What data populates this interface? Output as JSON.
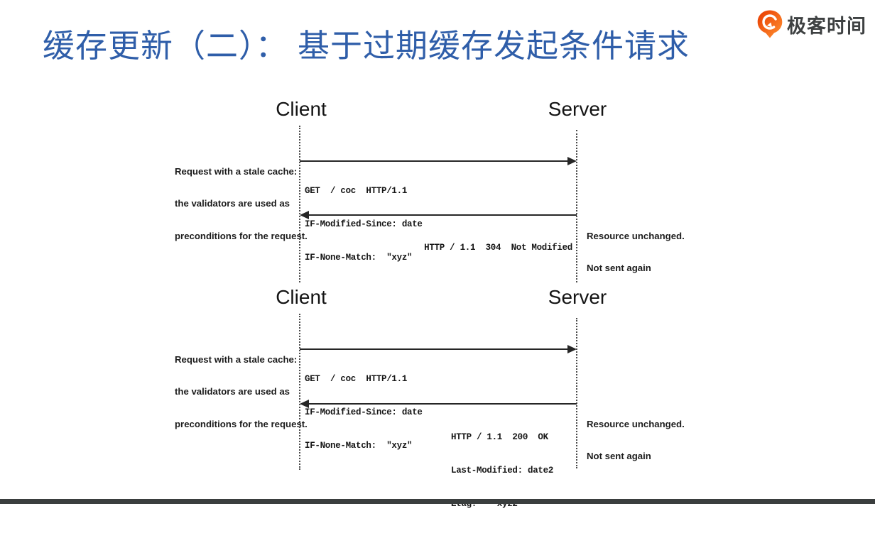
{
  "title": "缓存更新（二）： 基于过期缓存发起条件请求",
  "logo": {
    "text": "极客时间",
    "icon": "geektime-pin-icon",
    "accent_color": "#FF5A00"
  },
  "colors": {
    "title_blue": "#2F5EA9",
    "footer_bar": "#3A3E3E",
    "diagram_ink": "#262626"
  },
  "diagrams": [
    {
      "client_label": "Client",
      "server_label": "Server",
      "left_note": [
        "Request with a stale cache:",
        "the validators are used as",
        "preconditions for the request."
      ],
      "request_lines": [
        "GET  / coc  HTTP/1.1",
        "IF-Modified-Since: date",
        "IF-None-Match:  ″xyz″"
      ],
      "response_lines": [
        "HTTP / 1.1  304  Not Modified"
      ],
      "right_note": [
        "Resource unchanged.",
        "Not sent again"
      ]
    },
    {
      "client_label": "Client",
      "server_label": "Server",
      "left_note": [
        "Request with a stale cache:",
        "the validators are used as",
        "preconditions for the request."
      ],
      "request_lines": [
        "GET  / coc  HTTP/1.1",
        "IF-Modified-Since: date",
        "IF-None-Match:  ″xyz″"
      ],
      "response_lines": [
        "HTTP / 1.1  200  OK",
        "Last-Modified: date2",
        "Etag:  ″ xyz2″"
      ],
      "right_note": [
        "Resource unchanged.",
        "Not sent again"
      ]
    }
  ]
}
